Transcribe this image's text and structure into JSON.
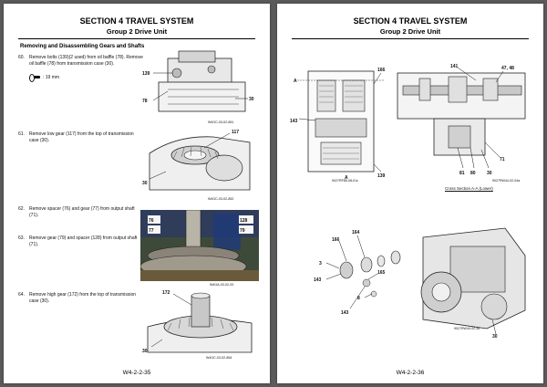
{
  "left_page": {
    "section": "SECTION 4 TRAVEL SYSTEM",
    "group": "Group 2 Drive Unit",
    "subheading": "Removing and Disassembling Gears and Shafts",
    "steps": [
      {
        "num": "60.",
        "text": "Remove bolts (139)(2 used) from oil baffle (78). Remove oil baffle (78) from transmission case (30)."
      },
      {
        "num": "61.",
        "text": "Remove low gear (117) from the top of transmission case (30)."
      },
      {
        "num": "62.",
        "text": "Remove spacer (76) and gear (77) from output shaft (71)."
      },
      {
        "num": "63.",
        "text": "Remove gear (79) and spacer (128) from output shaft (71)."
      },
      {
        "num": "64.",
        "text": "Remove high gear (172) from the top of transmission case (30)."
      }
    ],
    "wrench_note": ": 19 mm",
    "figures": {
      "fig1": {
        "code": "W4GC-03-02-851",
        "callouts": [
          "139",
          "78",
          "30"
        ]
      },
      "fig2": {
        "code": "W4GC-03-02-852",
        "callouts": [
          "117",
          "30"
        ]
      },
      "fig3": {
        "code": "W4GA-03-02-33",
        "callouts": [
          "76",
          "77",
          "128",
          "79"
        ]
      },
      "fig4": {
        "code": "W4GC-03-02-854",
        "callouts": [
          "172",
          "30"
        ]
      }
    },
    "page_number": "W4-2-2-35"
  },
  "right_page": {
    "section": "SECTION 4 TRAVEL SYSTEM",
    "group": "Group 2 Drive Unit",
    "figures": {
      "fig_a": {
        "code": "9027RF85-08-01c",
        "callouts": [
          "A",
          "143",
          "166",
          "139",
          "A"
        ]
      },
      "fig_b": {
        "code": "9027RW44-02-04a",
        "callouts": [
          "141",
          "47, 48",
          "81",
          "80",
          "30",
          "71"
        ]
      },
      "fig_c": {
        "code": "9027RW44-02-38",
        "callouts": [
          "166",
          "164",
          "3",
          "143",
          "165",
          "8",
          "143",
          "30"
        ]
      }
    },
    "cross_section_caption": "Cross Section A-A (Lower)",
    "page_number": "W4-2-2-36"
  },
  "colors": {
    "background": "#5a5a5a",
    "paper": "#ffffff",
    "ink": "#111111"
  }
}
